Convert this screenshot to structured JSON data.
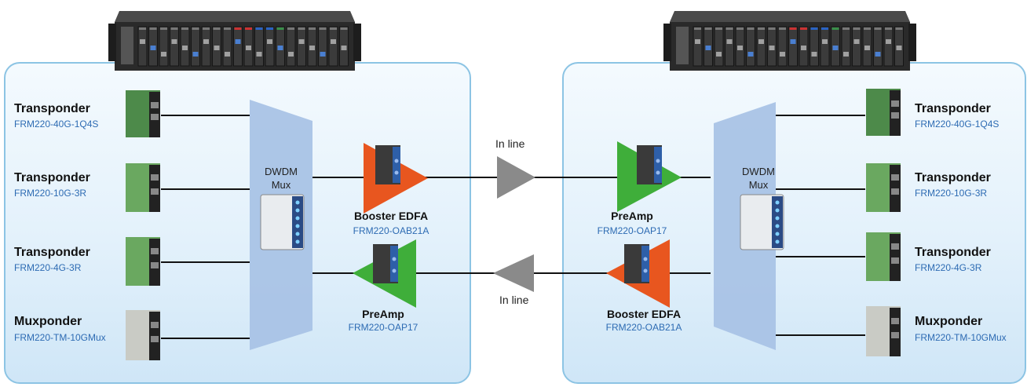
{
  "left": {
    "devices": [
      {
        "type": "Transponder",
        "model": "FRM220-40G-1Q4S"
      },
      {
        "type": "Transponder",
        "model": "FRM220-10G-3R"
      },
      {
        "type": "Transponder",
        "model": "FRM220-4G-3R"
      },
      {
        "type": "Muxponder",
        "model": "FRM220-TM-10GMux"
      }
    ],
    "mux": {
      "line1": "DWDM",
      "line2": "Mux"
    },
    "booster": {
      "name": "Booster EDFA",
      "model": "FRM220-OAB21A"
    },
    "preamp": {
      "name": "PreAmp",
      "model": "FRM220-OAP17"
    }
  },
  "right": {
    "devices": [
      {
        "type": "Transponder",
        "model": "FRM220-40G-1Q4S"
      },
      {
        "type": "Transponder",
        "model": "FRM220-10G-3R"
      },
      {
        "type": "Transponder",
        "model": "FRM220-4G-3R"
      },
      {
        "type": "Muxponder",
        "model": "FRM220-TM-10GMux"
      }
    ],
    "mux": {
      "line1": "DWDM",
      "line2": "Mux"
    },
    "booster": {
      "name": "Booster EDFA",
      "model": "FRM220-OAB21A"
    },
    "preamp": {
      "name": "PreAmp",
      "model": "FRM220-OAP17"
    }
  },
  "inline": {
    "top": "In line",
    "bottom": "In line"
  },
  "colors": {
    "booster": "#e8561f",
    "preamp": "#3fae3a",
    "inline": "#8a8a8a",
    "mux": "#a9c3e6",
    "panel_border": "#8cc4e4",
    "model_text": "#2d6bb3"
  },
  "icons": {
    "chassis": "rack-chassis-icon",
    "card": "line-card-icon",
    "amplifier": "amplifier-module-icon",
    "mux_module": "dwdm-mux-module-icon"
  }
}
